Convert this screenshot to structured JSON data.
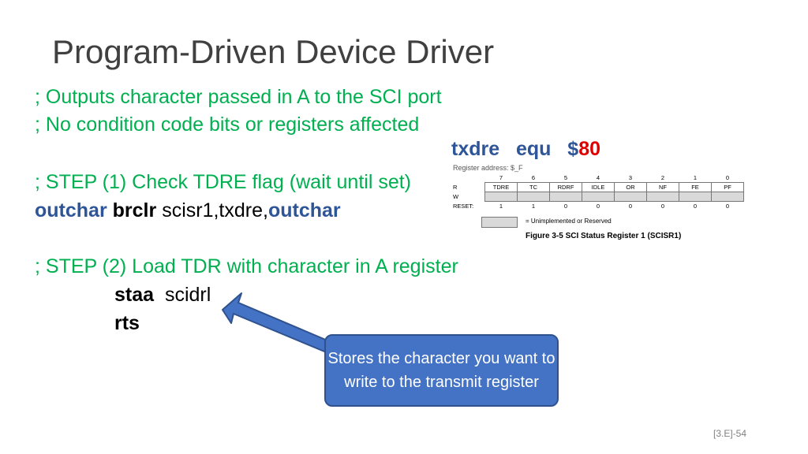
{
  "slide": {
    "title": "Program-Driven Device Driver",
    "comment1": "; Outputs character passed in A to the SCI port",
    "comment2": "; No condition code bits or registers affected",
    "equ": {
      "label": "txdre",
      "directive": "equ",
      "dollar": "$",
      "value": "80"
    },
    "step1": "; STEP (1)  Check TDRE flag (wait until set)",
    "line_outchar": {
      "label": "outchar",
      "instr": "brclr",
      "operands": "scisr1,txdre,",
      "target": "outchar"
    },
    "step2": "; STEP (2)  Load TDR with character in A register",
    "line_staa": {
      "instr": "staa",
      "operand": "scidrl"
    },
    "line_rts": {
      "instr": "rts"
    },
    "callout": "Stores the character you want to write to the transmit register",
    "page_number": "[3.E]-54"
  },
  "register": {
    "header_text": "Register address: $_F",
    "bits": [
      "7",
      "6",
      "5",
      "4",
      "3",
      "2",
      "1",
      "0"
    ],
    "row_r_label": "R",
    "row_w_label": "W",
    "fields": [
      "TDRE",
      "TC",
      "RDRF",
      "IDLE",
      "OR",
      "NF",
      "FE",
      "PF"
    ],
    "reset_label": "RESET:",
    "reset_values": [
      "1",
      "1",
      "0",
      "0",
      "0",
      "0",
      "0",
      "0"
    ],
    "legend": "= Unimplemented or Reserved",
    "figure_caption": "Figure 3-5  SCI Status Register 1 (SCISR1)"
  },
  "colors": {
    "comment": "#00b050",
    "label": "#2e5597",
    "highlight": "#e00000",
    "callout": "#4472c4"
  }
}
